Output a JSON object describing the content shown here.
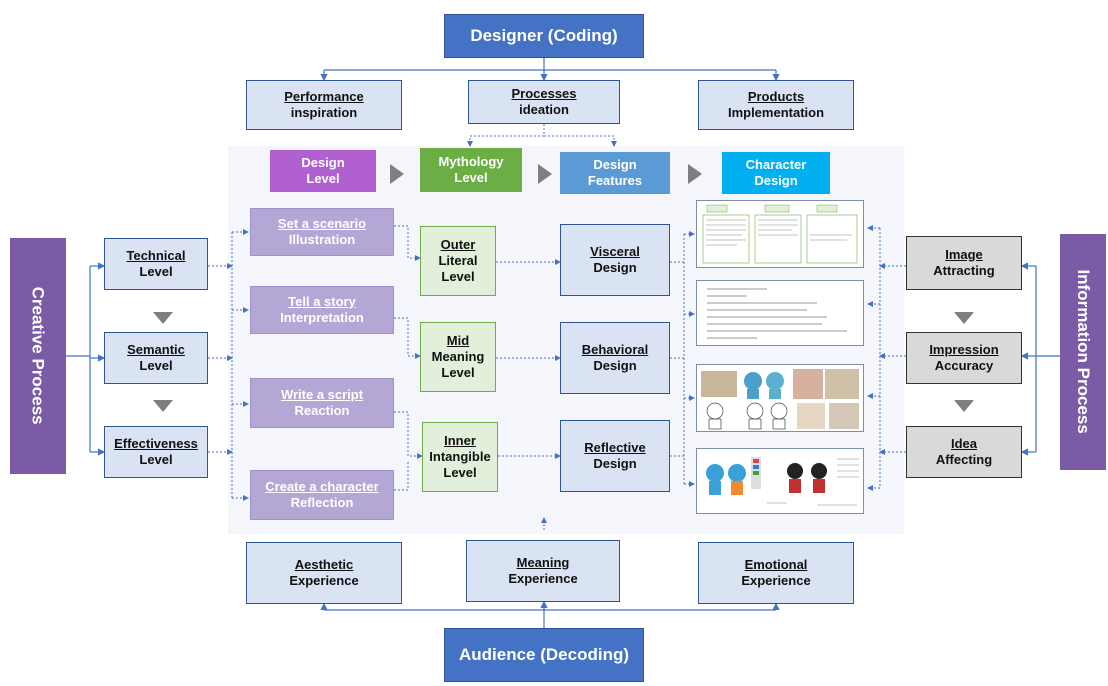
{
  "top": {
    "designer": "Designer (Coding)"
  },
  "bottom": {
    "audience": "Audience (Decoding)"
  },
  "side": {
    "left": "Creative Process",
    "right": "Information Process"
  },
  "top_row": [
    {
      "title": "Performance",
      "sub": "inspiration"
    },
    {
      "title": "Processes",
      "sub": "ideation"
    },
    {
      "title": "Products",
      "sub": "Implementation"
    }
  ],
  "bottom_row": [
    {
      "title": "Aesthetic",
      "sub": "Experience"
    },
    {
      "title": "Meaning",
      "sub": "Experience"
    },
    {
      "title": "Emotional",
      "sub": "Experience"
    }
  ],
  "headers": [
    {
      "line1": "Design",
      "line2": "Level",
      "color": "#b060d0"
    },
    {
      "line1": "Mythology",
      "line2": "Level",
      "color": "#6aae45"
    },
    {
      "line1": "Design",
      "line2": "Features",
      "color": "#5b9bd5"
    },
    {
      "line1": "Character",
      "line2": "Design",
      "color": "#00b0f0"
    }
  ],
  "left_levels": [
    {
      "title": "Technical",
      "sub": "Level"
    },
    {
      "title": "Semantic",
      "sub": "Level"
    },
    {
      "title": "Effectiveness",
      "sub": "Level"
    }
  ],
  "design_steps": [
    {
      "title": "Set a scenario",
      "sub": "Illustration"
    },
    {
      "title": "Tell a story",
      "sub": "Interpretation"
    },
    {
      "title": "Write a script",
      "sub": "Reaction"
    },
    {
      "title": "Create a character",
      "sub": "Reflection"
    }
  ],
  "mythology_levels": [
    {
      "title": "Outer",
      "l2": "Literal",
      "l3": "Level"
    },
    {
      "title": "Mid",
      "l2": "Meaning",
      "l3": "Level"
    },
    {
      "title": "Inner",
      "l2": "Intangible",
      "l3": "Level"
    }
  ],
  "features": [
    {
      "title": "Visceral",
      "sub": "Design"
    },
    {
      "title": "Behavioral",
      "sub": "Design"
    },
    {
      "title": "Reflective",
      "sub": "Design"
    }
  ],
  "right_levels": [
    {
      "title": "Image",
      "sub": "Attracting"
    },
    {
      "title": "Impression",
      "sub": "Accuracy"
    },
    {
      "title": "Idea",
      "sub": "Affecting"
    }
  ]
}
